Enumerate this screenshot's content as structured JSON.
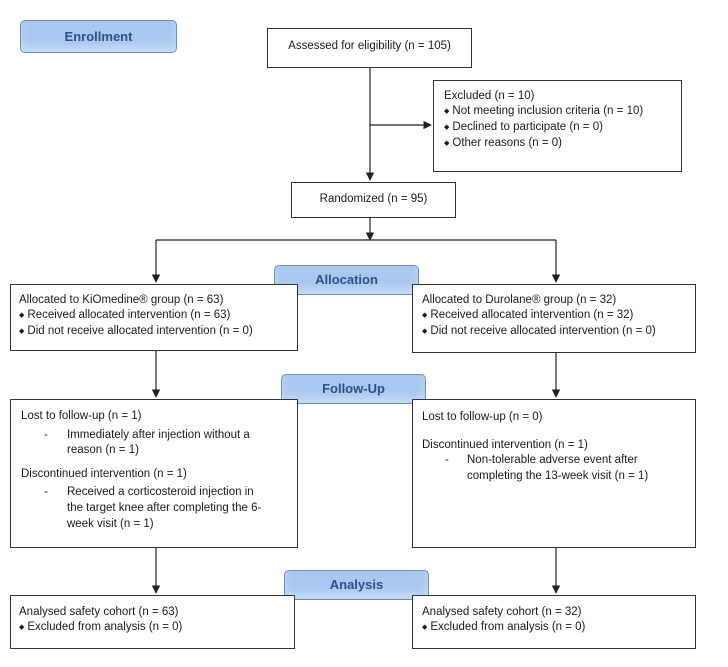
{
  "stages": {
    "enrollment": "Enrollment",
    "allocation": "Allocation",
    "follow_up": "Follow-Up",
    "analysis": "Analysis"
  },
  "assessed": "Assessed for eligibility (n = 105)",
  "excluded": {
    "title": "Excluded (n = 10)",
    "items": [
      "Not meeting inclusion criteria (n = 10)",
      "Declined to participate (n = 0)",
      "Other reasons (n = 0)"
    ]
  },
  "randomized": "Randomized  (n = 95)",
  "allocation": {
    "left": {
      "title": "Allocated to KiOmedine® group (n = 63)",
      "items": [
        "Received  allocated intervention  (n = 63)",
        "Did not receive  allocated intervention  (n = 0)"
      ]
    },
    "right": {
      "title": "Allocated to Durolane® group (n = 32)",
      "items": [
        "Received  allocated intervention  (n = 32)",
        "Did not receive  allocated intervention  (n = 0)"
      ]
    }
  },
  "follow_up": {
    "left": {
      "lost": "Lost to follow-up  (n = 1)",
      "lost_detail": [
        "Immediately after injection without a",
        "reason (n = 1)"
      ],
      "discontinued": "Discontinued intervention  (n = 1)",
      "discontinued_detail": [
        "Received  a corticosteroid injection in",
        "the target knee after completing the 6-",
        "week visit (n = 1)"
      ]
    },
    "right": {
      "lost": "Lost to follow-up  (n = 0)",
      "discontinued": "Discontinued intervention  (n = 1)",
      "discontinued_detail": [
        "Non-tolerable  adverse event  after",
        "completing the 13-week visit (n = 1)"
      ]
    }
  },
  "analysis": {
    "left": {
      "title": "Analysed safety cohort (n = 63)",
      "items": [
        "Excluded from analysis (n = 0)"
      ]
    },
    "right": {
      "title": "Analysed safety cohort (n = 32)",
      "items": [
        "Excluded from analysis (n = 0)"
      ]
    }
  },
  "dash_glyph": "-"
}
